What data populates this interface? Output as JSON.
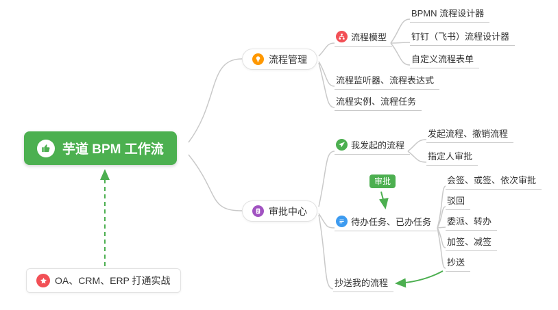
{
  "nodes": {
    "root": "芋道 BPM 工作流",
    "process_mgmt": "流程管理",
    "process_model": "流程模型",
    "bpmn_designer": "BPMN 流程设计器",
    "dingtalk_designer": "钉钉（飞书）流程设计器",
    "custom_form": "自定义流程表单",
    "listener_expression": "流程监听器、流程表达式",
    "instance_task": "流程实例、流程任务",
    "approval_center": "审批中心",
    "my_initiated": "我发起的流程",
    "initiate_cancel": "发起流程、撤销流程",
    "assignee_approval": "指定人审批",
    "approval_badge": "审批",
    "todo_done": "待办任务、已办任务",
    "countersign": "会签、或签、依次审批",
    "reject": "驳回",
    "delegate_transfer": "委派、转办",
    "add_remove_sign": "加签、减签",
    "cc": "抄送",
    "cc_my_process": "抄送我的流程",
    "oa_note": "OA、CRM、ERP 打通实战"
  },
  "icons": {
    "root": "thumbs-up-icon",
    "process_mgmt": "bulb-icon",
    "process_model": "flow-model-icon",
    "approval_center": "clipboard-icon",
    "my_initiated": "send-icon",
    "todo_done": "task-list-icon",
    "oa_note": "star-icon"
  },
  "colors": {
    "root_bg": "#4cb050",
    "process_mgmt_icon": "#ff9800",
    "process_model_icon": "#f25056",
    "approval_center_icon": "#a153c1",
    "my_initiated_icon": "#4caf50",
    "todo_done_icon": "#3d9bf0",
    "oa_icon": "#f25056",
    "badge_bg": "#4caf50",
    "connector": "#c9c9c9",
    "relation_arrow": "#4caf50"
  }
}
